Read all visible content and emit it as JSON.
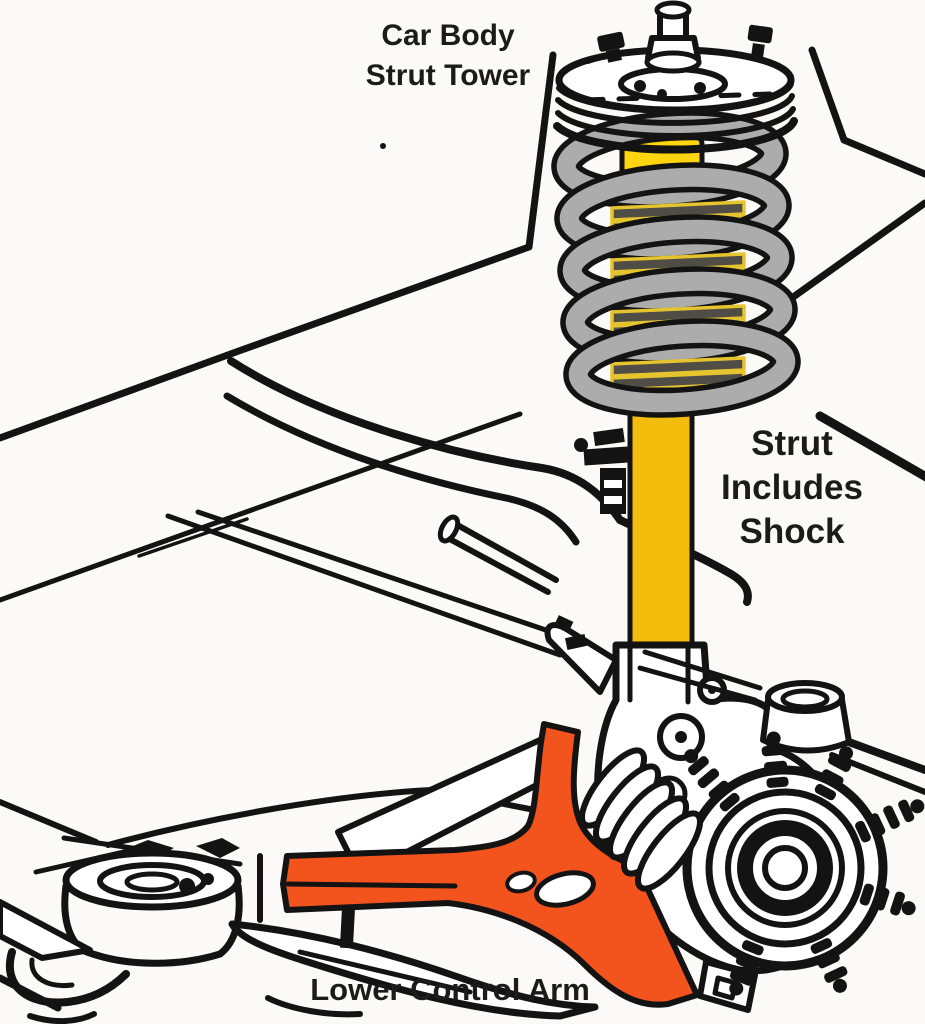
{
  "diagram": {
    "type": "suspension-cutaway-illustration",
    "labels": {
      "strut_tower": "Car Body\nStrut Tower",
      "strut": "Strut\nIncludes\nShock",
      "control_arm": "Lower Control Arm"
    },
    "parts": [
      {
        "id": "car-body-strut-tower",
        "highlighted": false
      },
      {
        "id": "strut-top-mount",
        "highlighted": false
      },
      {
        "id": "coil-spring",
        "highlighted": true,
        "color": "#ACACAC"
      },
      {
        "id": "strut-boot",
        "highlighted": true,
        "color": "#4F4D45",
        "trim": "#E5C42E"
      },
      {
        "id": "strut-shock-shaft",
        "highlighted": true,
        "color": "#F4BD0E"
      },
      {
        "id": "steering-knuckle",
        "highlighted": false
      },
      {
        "id": "wheel-hub",
        "highlighted": false
      },
      {
        "id": "lower-control-arm",
        "highlighted": true,
        "color": "#F3531C"
      }
    ],
    "colors": {
      "line": "#131313",
      "spring-gray": "#ACACAC",
      "boot-dark": "#4F4D45",
      "boot-trim": "#E5C42E",
      "strut-yellow": "#F4BD0E",
      "strut-top-yellow": "#FFD50F",
      "arm-orange": "#F3531C",
      "text": "#1B1B1B",
      "background": "#FBFAF8"
    }
  }
}
